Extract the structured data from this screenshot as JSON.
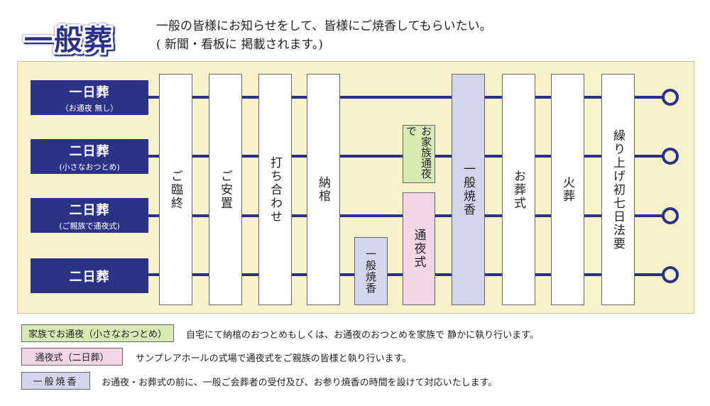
{
  "title": "一般葬",
  "header": {
    "line1": "一般の皆様にお知らせをして、皆様にご焼香してもらいたい。",
    "line2": "( 新聞・看板に 掲載されます。)"
  },
  "rows": [
    {
      "main": "一日葬",
      "sub": "（お通夜 無し）"
    },
    {
      "main": "二日葬",
      "sub": "(小さなおつとめ)"
    },
    {
      "main": "二日葬",
      "sub": "(ご親族で通夜式)"
    },
    {
      "main": "二日葬",
      "sub": ""
    }
  ],
  "stages": {
    "rinju": "ご臨終",
    "anchi": "ご安置",
    "uchiawase": "打ち合わせ",
    "nokan": "納棺",
    "shoko_small": "一般焼香",
    "kazoku_tsuya": "お家族通夜で",
    "tsuyashiki": "通夜式",
    "ippan_shoko": "一般焼香",
    "sosiki": "お葬式",
    "kaso": "火葬",
    "shonanoka": "繰り上げ初七日法要"
  },
  "legend": [
    {
      "label": "家族でお通夜（小さなおつとめ）",
      "desc": "自宅にて納棺のおつとめもしくは、お通夜のおつとめを家族で 静かに執り行います。",
      "color": "#d8ebb4"
    },
    {
      "label": "通夜式（二日葬）",
      "desc": "サンプレアホールの式場で通夜式をご親族の皆様と執り行います。",
      "color": "#f2d6e6"
    },
    {
      "label": "一般焼香",
      "desc": "お通夜・お葬式の前に、一般ご会葬者の受付及び、お参り焼香の時間を設けて対応いたします。",
      "color": "#d3d5ec"
    }
  ],
  "colors": {
    "navy": "#2a3386",
    "panel": "#f7f2cc",
    "green": "#d8ebb4",
    "pink": "#f2d6e6",
    "lavender": "#d3d5ec"
  }
}
